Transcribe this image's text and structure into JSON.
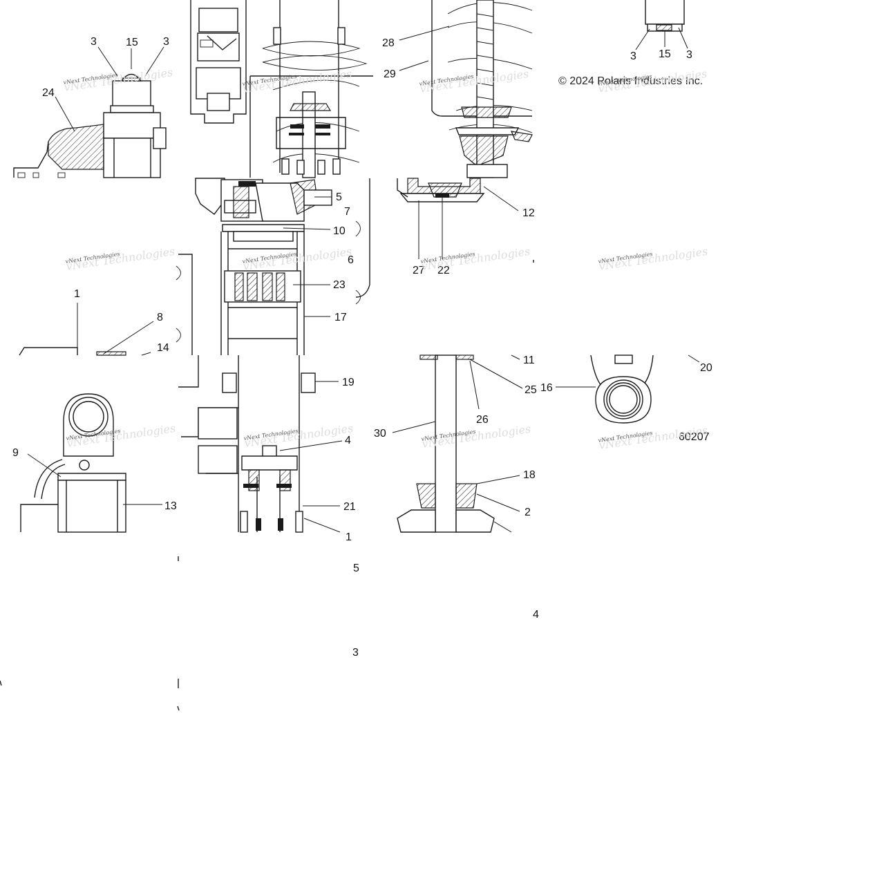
{
  "copyright": "© 2024 Polaris Industries Inc.",
  "figure_id": "60207",
  "watermark": "vNext Technologies",
  "callouts": [
    "3",
    "15",
    "3",
    "24",
    "28",
    "29",
    "3",
    "15",
    "3",
    "5",
    "7",
    "10",
    "12",
    "6",
    "23",
    "17",
    "27",
    "22",
    "1",
    "8",
    "14",
    "19",
    "11",
    "25",
    "26",
    "20",
    "16",
    "4",
    "30",
    "18",
    "9",
    "13",
    "21",
    "2",
    "1",
    "5",
    "4",
    "3"
  ]
}
